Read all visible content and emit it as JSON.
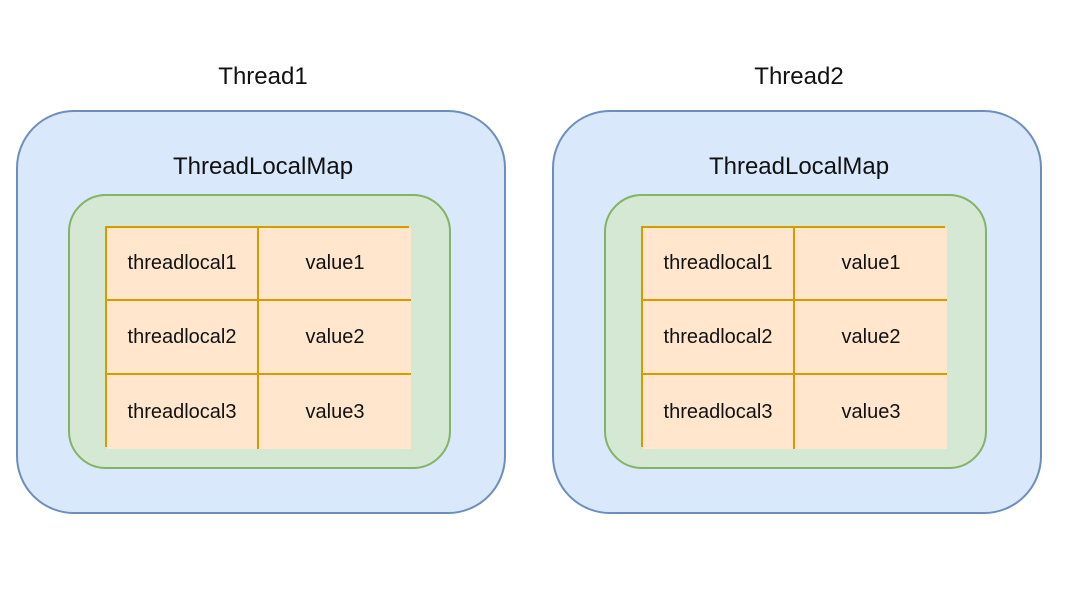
{
  "threads": [
    {
      "title": "Thread1",
      "map_title": "ThreadLocalMap",
      "entries": [
        {
          "key": "threadlocal1",
          "value": "value1"
        },
        {
          "key": "threadlocal2",
          "value": "value2"
        },
        {
          "key": "threadlocal3",
          "value": "value3"
        }
      ]
    },
    {
      "title": "Thread2",
      "map_title": "ThreadLocalMap",
      "entries": [
        {
          "key": "threadlocal1",
          "value": "value1"
        },
        {
          "key": "threadlocal2",
          "value": "value2"
        },
        {
          "key": "threadlocal3",
          "value": "value3"
        }
      ]
    }
  ],
  "colors": {
    "thread_fill": "#dae8fc",
    "thread_stroke": "#6c8ebf",
    "map_fill": "#d5e8d4",
    "map_stroke": "#82b366",
    "entry_fill": "#ffe6cc",
    "entry_stroke": "#d79b00"
  }
}
